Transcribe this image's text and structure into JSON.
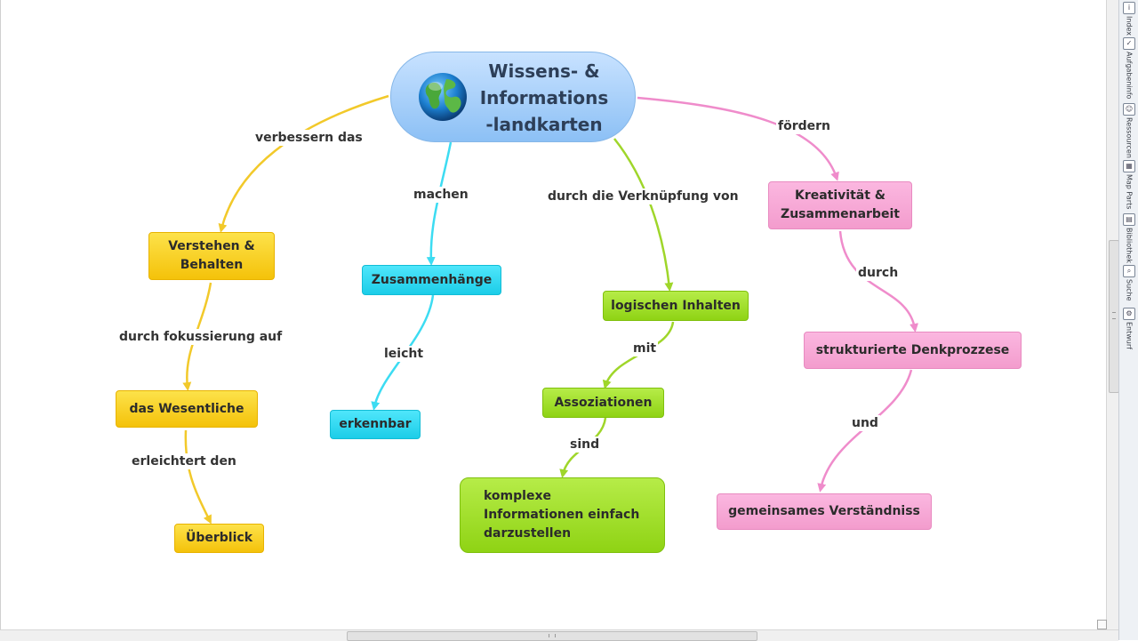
{
  "central": {
    "line1": "Wissens- &",
    "line2": "Informations",
    "line3": "-landkarten",
    "icon": "globe-icon"
  },
  "nodes": {
    "verstehen": "Verstehen &\nBehalten",
    "wesentliche": "das Wesentliche",
    "ueberblick": "Überblick",
    "zusammenhaenge": "Zusammenhänge",
    "erkennbar": "erkennbar",
    "logischen": "logischen Inhalten",
    "assoziationen": "Assoziationen",
    "komplexe": "komplexe\nInformationen einfach\ndarzustellen",
    "kreativitaet": "Kreativität &\nZusammenarbeit",
    "strukturierte": "strukturierte Denkprozzese",
    "gemeinsames": "gemeinsames Verständniss"
  },
  "labels": {
    "verbessern": "verbessern das",
    "fokussierung": "durch fokussierung auf",
    "erleichtert": "erleichtert den",
    "machen": "machen",
    "leicht": "leicht",
    "verknuepfung": "durch die Verknüpfung von",
    "mit": "mit",
    "sind": "sind",
    "foerdern": "fördern",
    "durch": "durch",
    "und": "und"
  },
  "colors": {
    "yellow": "#f4c20a",
    "cyan": "#1ccde8",
    "green": "#8fd314",
    "pink": "#f39ccd",
    "yellow_line": "#f2c92a",
    "cyan_line": "#3cdcf2",
    "green_line": "#9fd62a",
    "pink_line": "#ef8ccb"
  },
  "sidebar_tabs": [
    "Index",
    "Aufgabeninfo",
    "Ressourcen",
    "Map Parts",
    "Bibliothek",
    "Suche",
    "Entwurf"
  ]
}
